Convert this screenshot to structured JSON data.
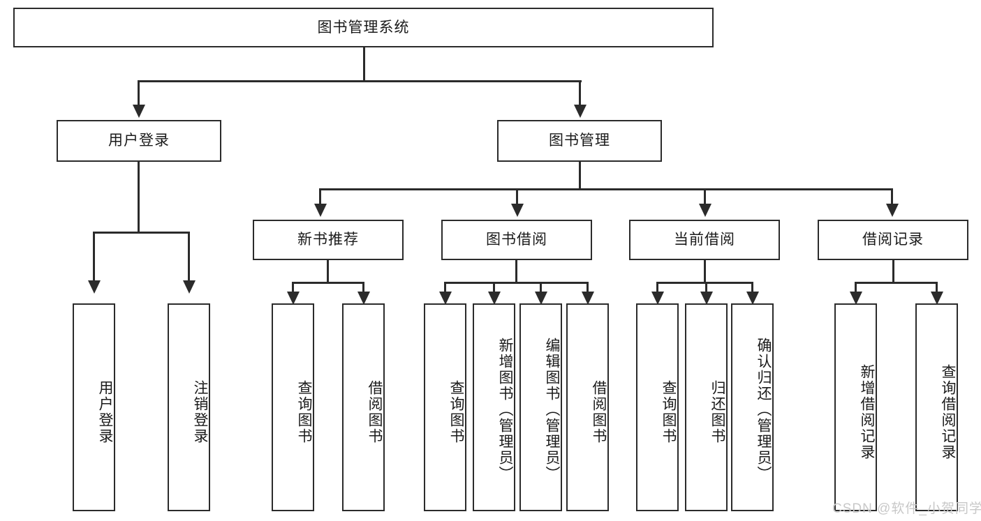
{
  "diagram": {
    "type": "tree-hierarchy-chart",
    "title_node": {
      "label": "图书管理系统"
    },
    "level1": [
      {
        "label": "用户登录"
      },
      {
        "label": "图书管理"
      }
    ],
    "level2": [
      {
        "label": "新书推荐"
      },
      {
        "label": "图书借阅"
      },
      {
        "label": "当前借阅"
      },
      {
        "label": "借阅记录"
      }
    ],
    "leaves": {
      "user_login": [
        {
          "label": "用户登录"
        },
        {
          "label": "注销登录"
        }
      ],
      "new_book_recommend": [
        {
          "label": "查询图书"
        },
        {
          "label": "借阅图书"
        }
      ],
      "book_borrow": [
        {
          "label": "查询图书"
        },
        {
          "label": "新增图书（管理员）"
        },
        {
          "label": "编辑图书（管理员）"
        },
        {
          "label": "借阅图书"
        }
      ],
      "current_borrow": [
        {
          "label": "查询图书"
        },
        {
          "label": "归还图书"
        },
        {
          "label": "确认归还（管理员）"
        }
      ],
      "borrow_record": [
        {
          "label": "新增借阅记录"
        },
        {
          "label": "查询借阅记录"
        }
      ]
    }
  },
  "watermark": {
    "text": "CSDN @软件_小贺同学"
  },
  "colors": {
    "stroke": "#2b2b2b",
    "fill": "#ffffff",
    "text": "#1a1a1a",
    "watermark": "#c8c8c8"
  }
}
